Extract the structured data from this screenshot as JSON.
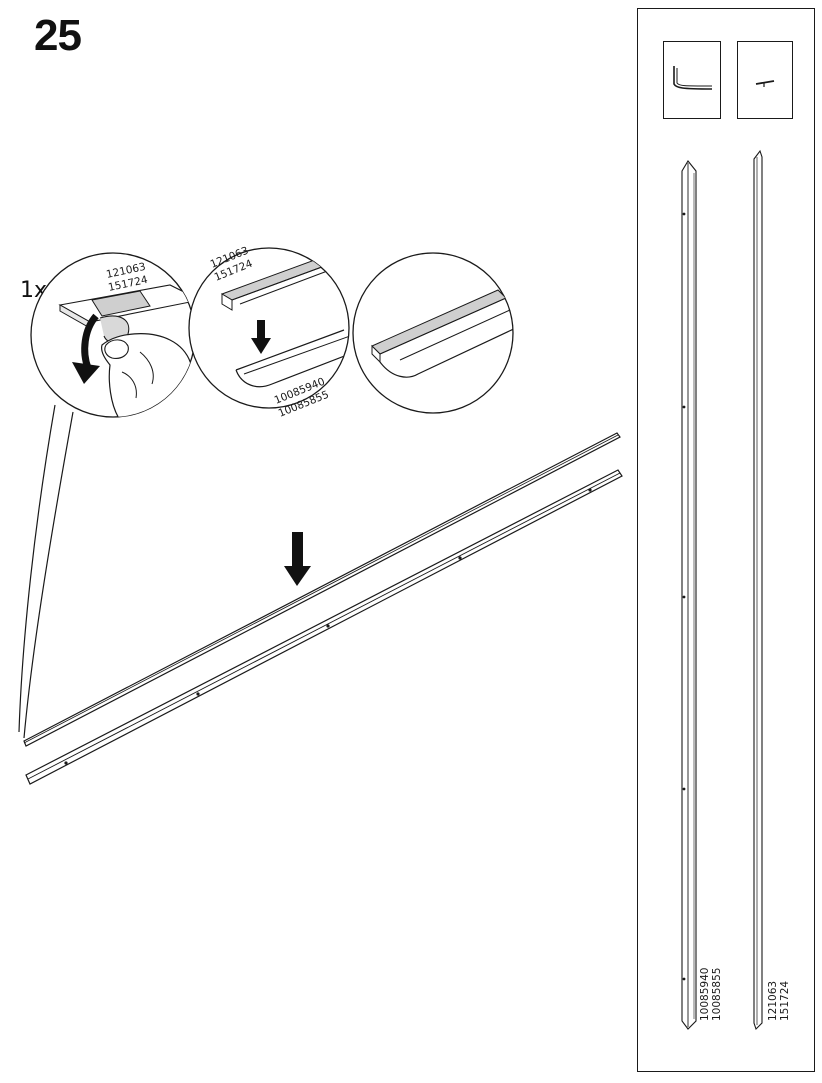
{
  "step": {
    "number": "25",
    "quantity": "1x"
  },
  "detail_callouts": {
    "peel": {
      "codes": [
        "121063",
        "151724"
      ]
    },
    "insert": {
      "codes_top": [
        "121063",
        "151724"
      ],
      "codes_bottom": [
        "10085940",
        "10085855"
      ]
    }
  },
  "parts_sidebar": {
    "rail_part": {
      "codes": [
        "10085940",
        "10085855"
      ]
    },
    "strip_part": {
      "codes": [
        "121063",
        "151724"
      ]
    }
  }
}
